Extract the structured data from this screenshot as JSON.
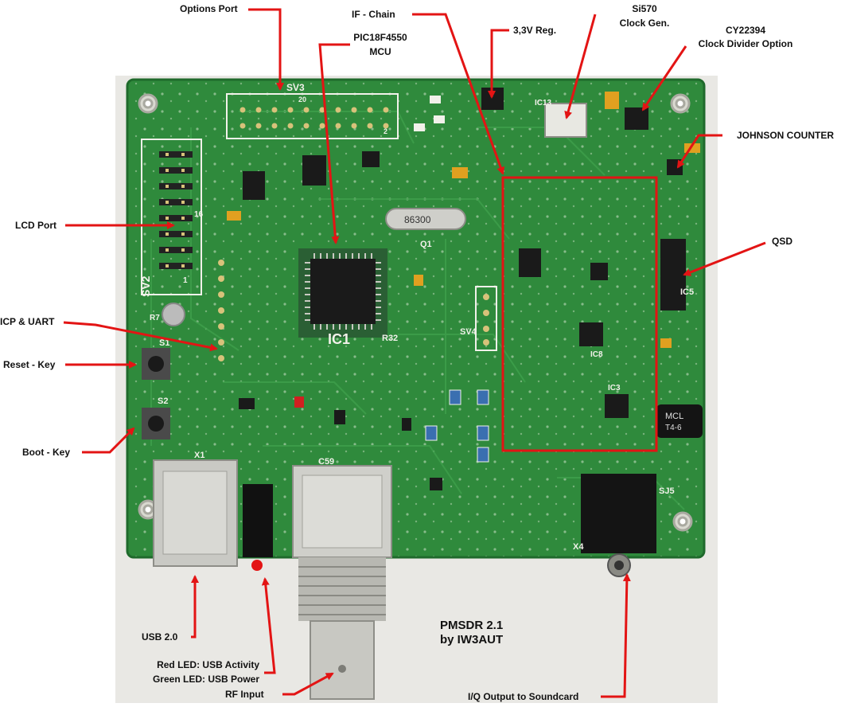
{
  "labels": {
    "options_port": "Options Port",
    "if_chain": "IF - Chain",
    "pic_line1": "PIC18F4550",
    "pic_line2": "MCU",
    "reg": "3,3V Reg.",
    "si570_line1": "Si570",
    "si570_line2": "Clock Gen.",
    "cy_line1": "CY22394",
    "cy_line2": "Clock Divider Option",
    "johnson": "JOHNSON COUNTER",
    "lcd_port": "LCD Port",
    "qsd": "QSD",
    "icp_uart": "ICP & UART",
    "reset_key": "Reset - Key",
    "boot_key": "Boot - Key",
    "usb": "USB 2.0",
    "red_led": "Red LED: USB Activity",
    "green_led": "Green LED: USB Power",
    "rf_input": "RF Input",
    "iq_output": "I/Q Output to  Soundcard",
    "title_line1": "PMSDR 2.1",
    "title_line2": "by IW3AUT"
  },
  "board_marks": {
    "sv3": "SV3",
    "sv2": "SV2",
    "sv4": "SV4",
    "ic1": "IC1",
    "ic3": "IC3",
    "ic5": "IC5",
    "ic8": "IC8",
    "ic13": "IC13",
    "crystal": "86300",
    "q1": "Q1",
    "s1": "S1",
    "s2": "S2",
    "x1": "X1",
    "x4": "X4",
    "sj5": "SJ5",
    "mcl_line1": "MCL",
    "mcl_line2": "T4-6",
    "r7": "R7",
    "r32": "R32",
    "c59": "C59",
    "pin20": "20",
    "pin2": "2",
    "pin16": "16",
    "pin1": "1"
  },
  "colors": {
    "pcb": "#2f8a3c",
    "pcb_dark": "#1f6a2c",
    "background_photo": "#e9e8e4",
    "arrow": "#e31414",
    "qsd_box": "#e31414",
    "chip": "#1a1a1a"
  }
}
